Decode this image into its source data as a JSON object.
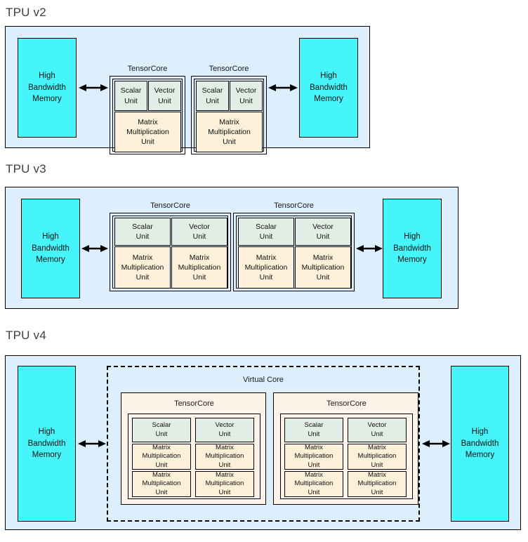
{
  "diagram": {
    "labels": {
      "high_bandwidth_memory": "High\nBandwidth\nMemory",
      "tensorcore": "TensorCore",
      "scalar_unit": "Scalar\nUnit",
      "vector_unit": "Vector\nUnit",
      "matrix_multiplication_unit": "Matrix\nMultiplication\nUnit",
      "virtual_core": "Virtual Core"
    },
    "colors": {
      "panel_background": "#ddeffc",
      "hbm_fill": "#45f5fa",
      "scalar_vector_fill": "#e2ede5",
      "mmu_fill": "#fcf0d9",
      "tensorcore_fill_v4": "#fdf3e9",
      "border": "#000000",
      "title_text": "#3c4043"
    },
    "sections": [
      {
        "id": "tpu-v2",
        "title": "TPU v2",
        "memory_blocks": [
          "High\nBandwidth\nMemory",
          "High\nBandwidth\nMemory"
        ],
        "virtual_core": null,
        "tensorcores": [
          {
            "label": "TensorCore",
            "units": [
              {
                "type": "scalar",
                "label": "Scalar\nUnit"
              },
              {
                "type": "vector",
                "label": "Vector\nUnit"
              },
              {
                "type": "mmu",
                "label": "Matrix\nMultiplication\nUnit"
              }
            ]
          },
          {
            "label": "TensorCore",
            "units": [
              {
                "type": "scalar",
                "label": "Scalar\nUnit"
              },
              {
                "type": "vector",
                "label": "Vector\nUnit"
              },
              {
                "type": "mmu",
                "label": "Matrix\nMultiplication\nUnit"
              }
            ]
          }
        ],
        "mmu_count_per_core": 1,
        "arrows": 2
      },
      {
        "id": "tpu-v3",
        "title": "TPU v3",
        "memory_blocks": [
          "High\nBandwidth\nMemory",
          "High\nBandwidth\nMemory"
        ],
        "virtual_core": null,
        "tensorcores": [
          {
            "label": "TensorCore",
            "units": [
              {
                "type": "scalar",
                "label": "Scalar\nUnit"
              },
              {
                "type": "vector",
                "label": "Vector\nUnit"
              },
              {
                "type": "mmu",
                "label": "Matrix\nMultiplication\nUnit"
              },
              {
                "type": "mmu",
                "label": "Matrix\nMultiplication\nUnit"
              }
            ]
          },
          {
            "label": "TensorCore",
            "units": [
              {
                "type": "scalar",
                "label": "Scalar\nUnit"
              },
              {
                "type": "vector",
                "label": "Vector\nUnit"
              },
              {
                "type": "mmu",
                "label": "Matrix\nMultiplication\nUnit"
              },
              {
                "type": "mmu",
                "label": "Matrix\nMultiplication\nUnit"
              }
            ]
          }
        ],
        "mmu_count_per_core": 2,
        "arrows": 2
      },
      {
        "id": "tpu-v4",
        "title": "TPU v4",
        "memory_blocks": [
          "High\nBandwidth\nMemory",
          "High\nBandwidth\nMemory"
        ],
        "virtual_core": "Virtual Core",
        "tensorcores": [
          {
            "label": "TensorCore",
            "units": [
              {
                "type": "scalar",
                "label": "Scalar\nUnit"
              },
              {
                "type": "vector",
                "label": "Vector\nUnit"
              },
              {
                "type": "mmu",
                "label": "Matrix\nMultiplication\nUnit"
              },
              {
                "type": "mmu",
                "label": "Matrix\nMultiplication\nUnit"
              },
              {
                "type": "mmu",
                "label": "Matrix\nMultiplication\nUnit"
              },
              {
                "type": "mmu",
                "label": "Matrix\nMultiplication\nUnit"
              }
            ]
          },
          {
            "label": "TensorCore",
            "units": [
              {
                "type": "scalar",
                "label": "Scalar\nUnit"
              },
              {
                "type": "vector",
                "label": "Vector\nUnit"
              },
              {
                "type": "mmu",
                "label": "Matrix\nMultiplication\nUnit"
              },
              {
                "type": "mmu",
                "label": "Matrix\nMultiplication\nUnit"
              },
              {
                "type": "mmu",
                "label": "Matrix\nMultiplication\nUnit"
              },
              {
                "type": "mmu",
                "label": "Matrix\nMultiplication\nUnit"
              }
            ]
          }
        ],
        "mmu_count_per_core": 4,
        "arrows": 2
      }
    ]
  }
}
